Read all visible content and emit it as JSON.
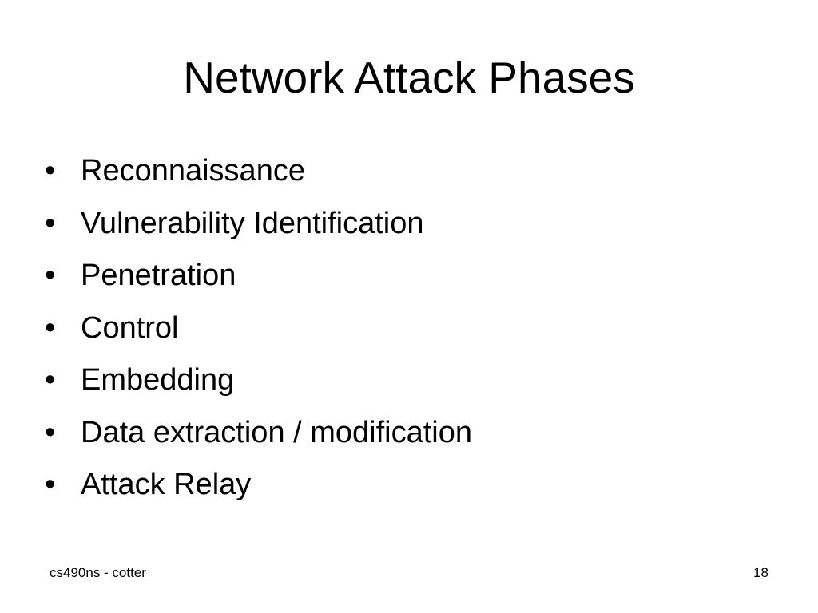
{
  "slide": {
    "title": "Network Attack Phases",
    "bullet_glyph": "•",
    "bullets": [
      "Reconnaissance",
      "Vulnerability Identification",
      "Penetration",
      "Control",
      "Embedding",
      "Data extraction / modification",
      "Attack Relay"
    ],
    "footer_left": "cs490ns - cotter",
    "page_number": "18"
  },
  "colors": {
    "background": "#ffffff",
    "text": "#000000"
  }
}
